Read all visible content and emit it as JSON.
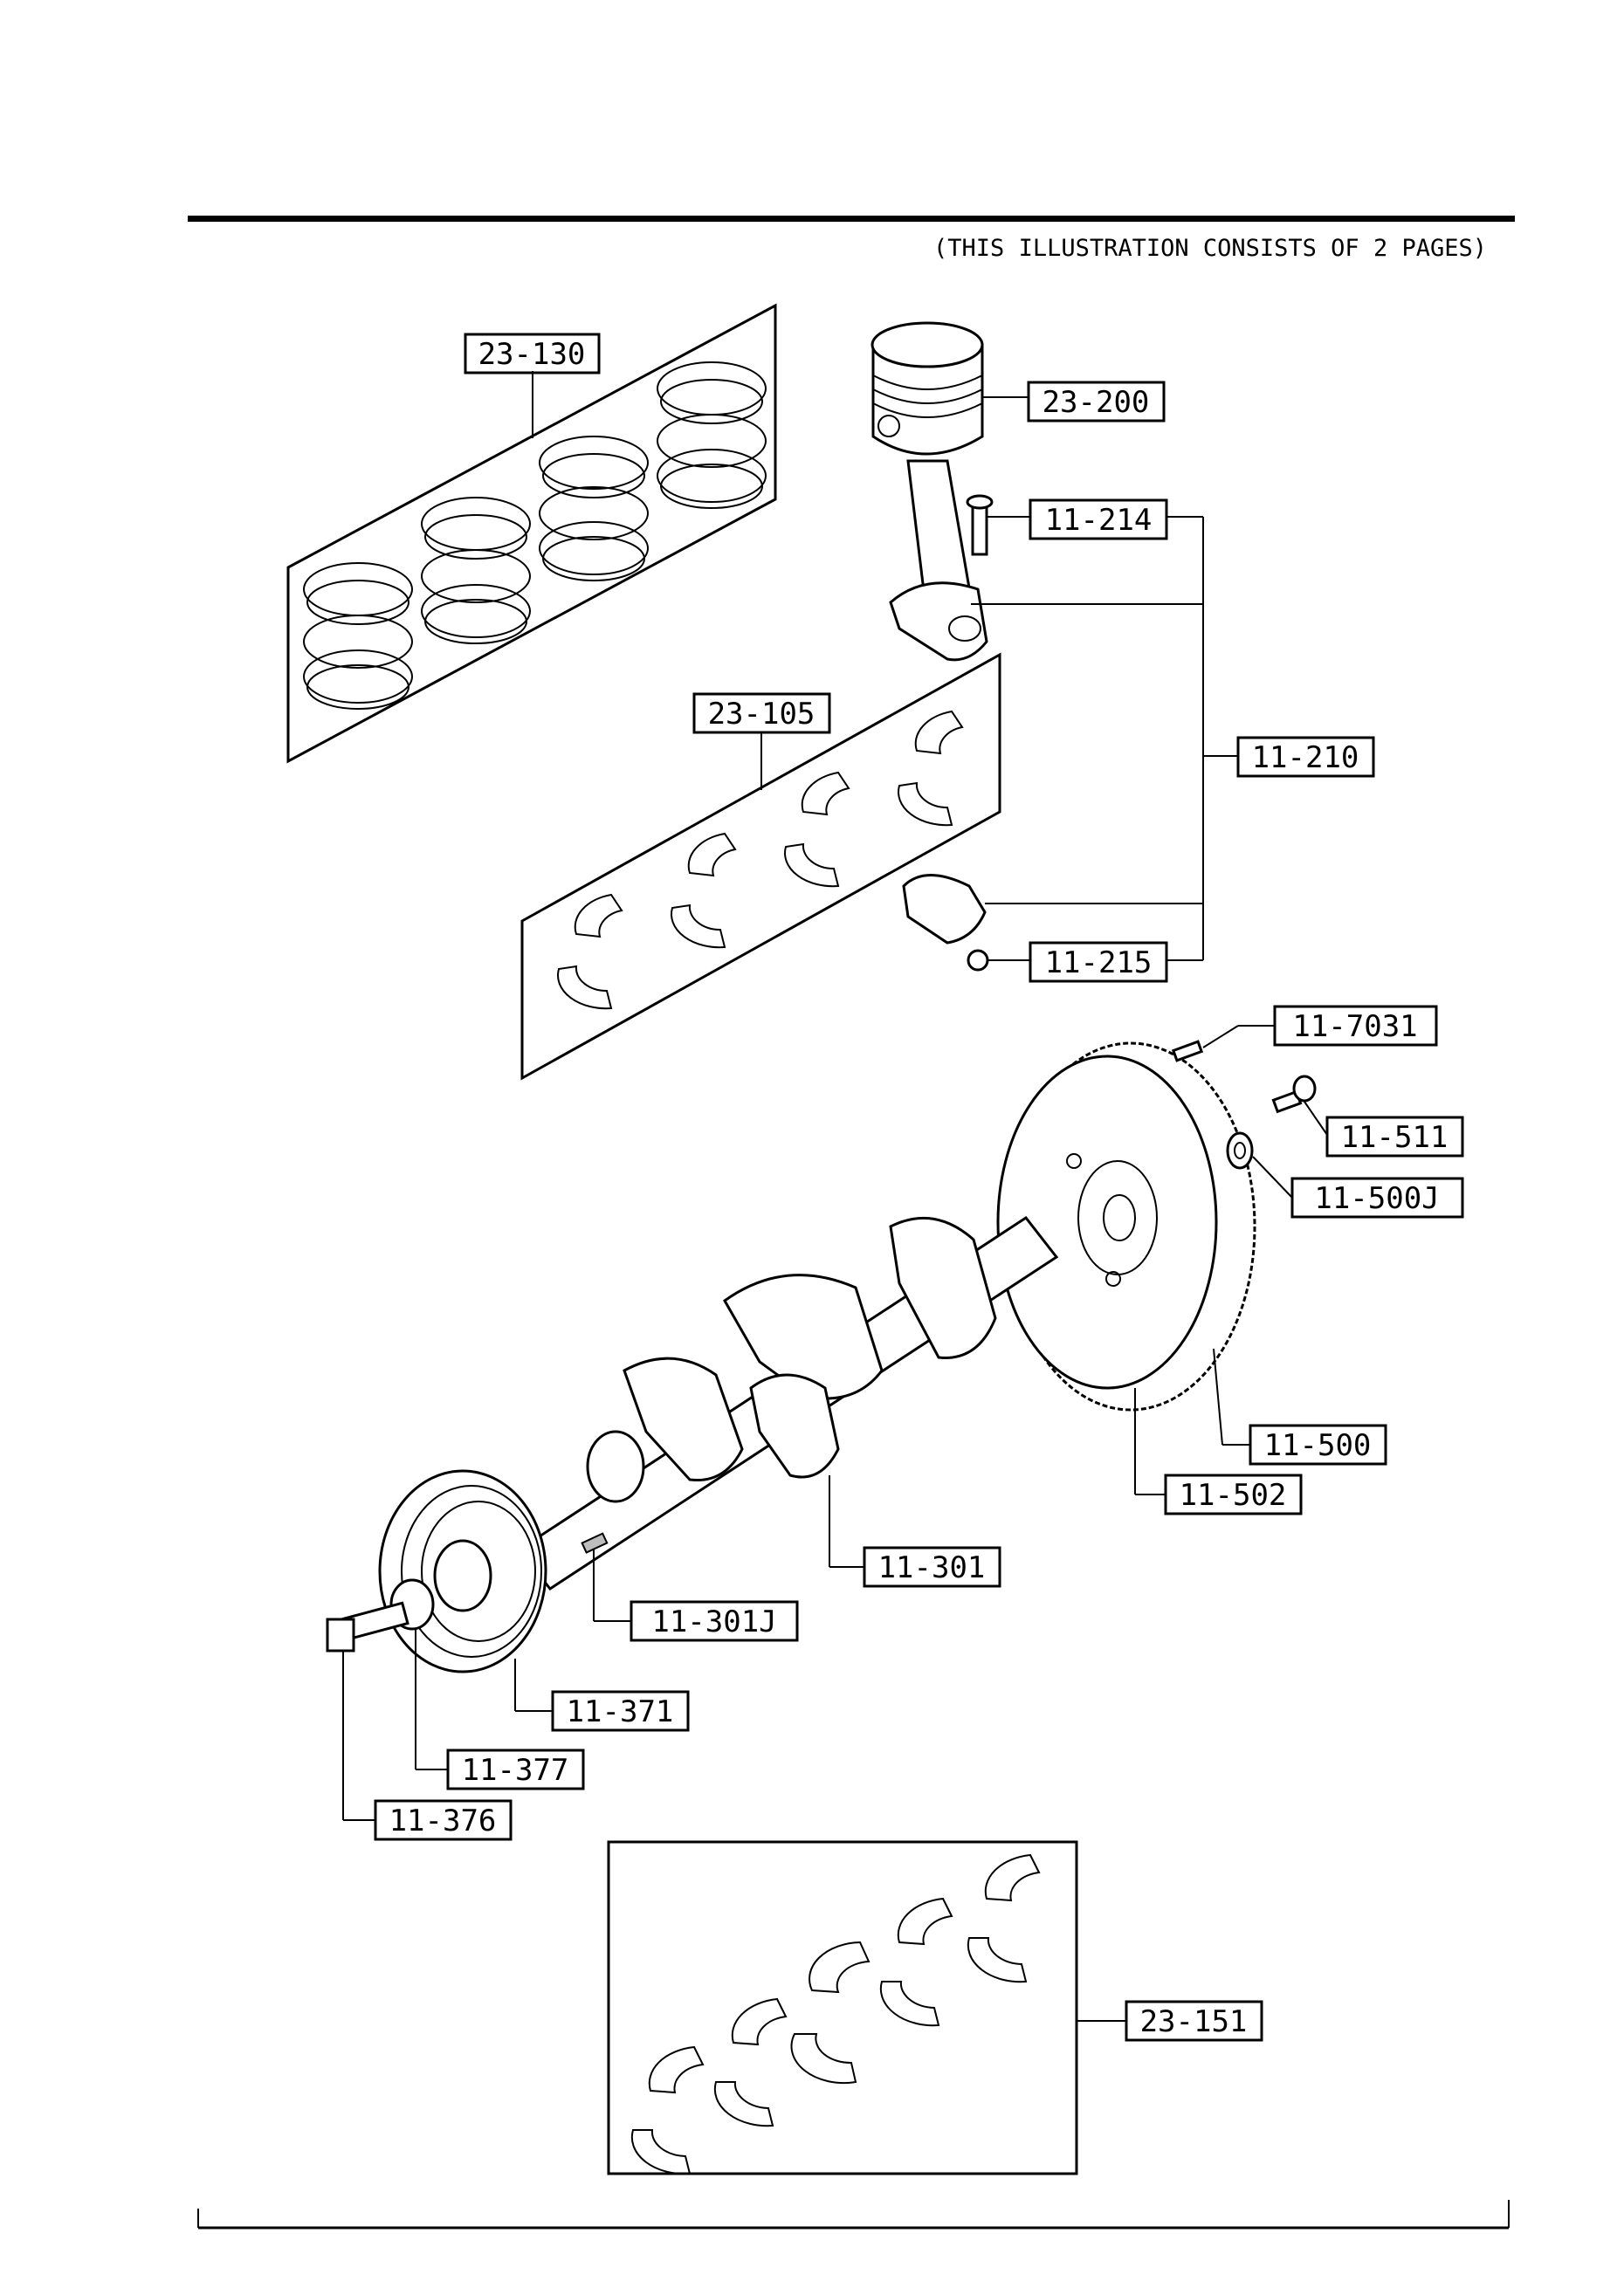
{
  "header": {
    "note": "(THIS ILLUSTRATION CONSISTS OF  2 PAGES)"
  },
  "labels": {
    "p23_130": "23-130",
    "p23_200": "23-200",
    "p11_214": "11-214",
    "p23_105": "23-105",
    "p11_210": "11-210",
    "p11_215": "11-215",
    "p11_7031": "11-7031",
    "p11_511": "11-511",
    "p11_500J": "11-500J",
    "p11_500": "11-500",
    "p11_502": "11-502",
    "p11_301": "11-301",
    "p11_301J": "11-301J",
    "p11_371": "11-371",
    "p11_377": "11-377",
    "p11_376": "11-376",
    "p23_151": "23-151"
  }
}
